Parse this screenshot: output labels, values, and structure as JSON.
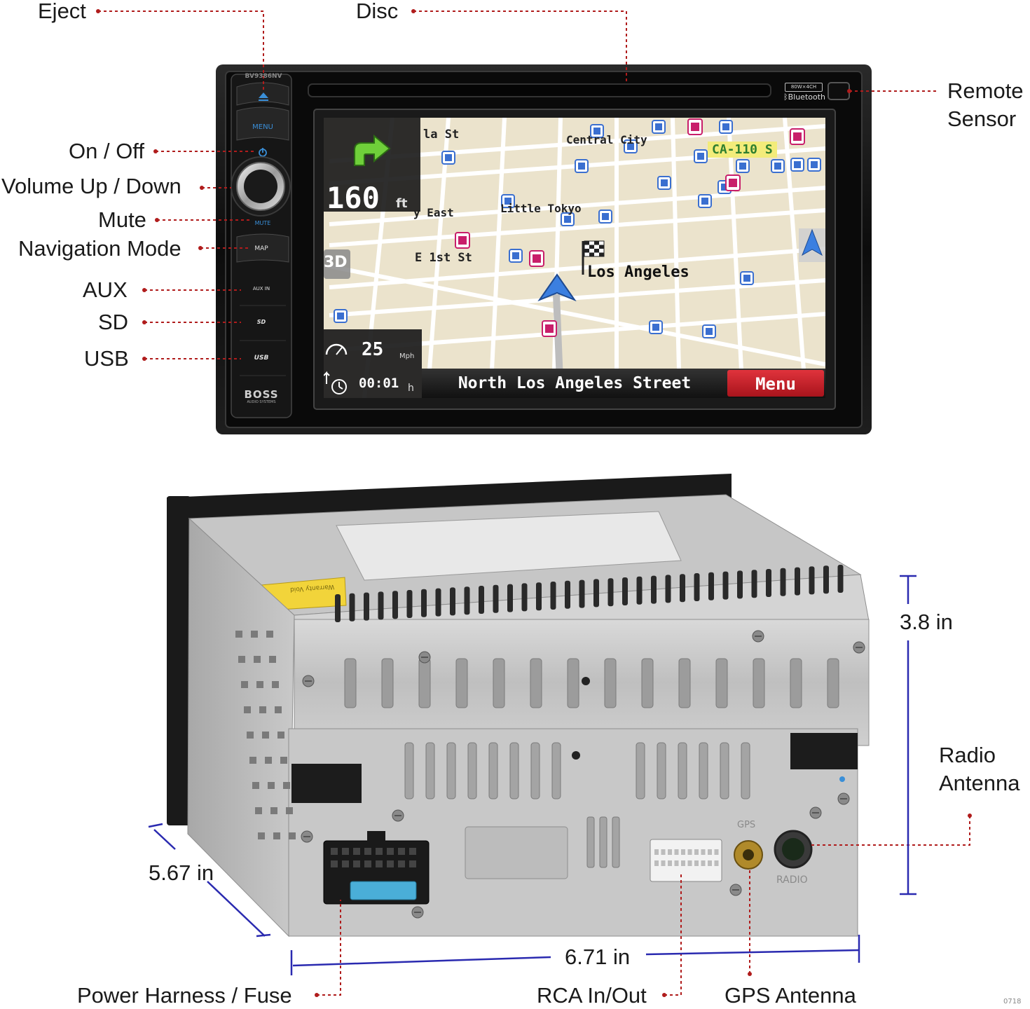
{
  "callouts": {
    "eject": "Eject",
    "disc": "Disc",
    "remote_sensor_line1": "Remote",
    "remote_sensor_line2": "Sensor",
    "on_off": "On / Off",
    "volume": "Volume Up / Down",
    "mute": "Mute",
    "navigation_mode": "Navigation Mode",
    "aux": "AUX",
    "sd": "SD",
    "usb": "USB",
    "radio_antenna_line1": "Radio",
    "radio_antenna_line2": "Antenna",
    "power_harness": "Power Harness / Fuse",
    "rca": "RCA In/Out",
    "gps_antenna": "GPS Antenna"
  },
  "dimensions": {
    "height": "3.8 in",
    "depth": "5.67 in",
    "width": "6.71 in"
  },
  "front_panel": {
    "model": "BV9386NV",
    "buttons": {
      "menu": "MENU",
      "mute": "MUTE",
      "map": "MAP",
      "aux_in": "AUX IN",
      "sd": "SD",
      "usb": "USB"
    },
    "brand": "BOSS",
    "brand_sub": "AUDIO SYSTEMS",
    "badge_power": "80W×4CH",
    "badge_bluetooth": "Bluetooth"
  },
  "nav_screen": {
    "distance_value": "160",
    "distance_unit": "ft",
    "view_mode": "3D",
    "speed_value": "25",
    "speed_unit": "Mph",
    "time_value": "00:01",
    "time_unit": "h",
    "street": "North Los Angeles Street",
    "menu_button": "Menu",
    "labels": {
      "la_st": "la St",
      "central_city": "Central City",
      "ca110": "CA-110 S",
      "city_east": "y East",
      "little_tokyo": "Little Tokyo",
      "e1st": "E 1st St",
      "los_angeles": "Los Angeles"
    }
  },
  "rear_panel": {
    "gps_label": "GPS",
    "radio_label": "RADIO",
    "warranty_label": "Warranty Void"
  },
  "footer_code": "0718",
  "colors": {
    "callout_line": "#b01c1c",
    "dimension_line": "#2a2ab0",
    "nav_menu_button": "#c41e28",
    "accent_blue": "#3a8fd8"
  }
}
